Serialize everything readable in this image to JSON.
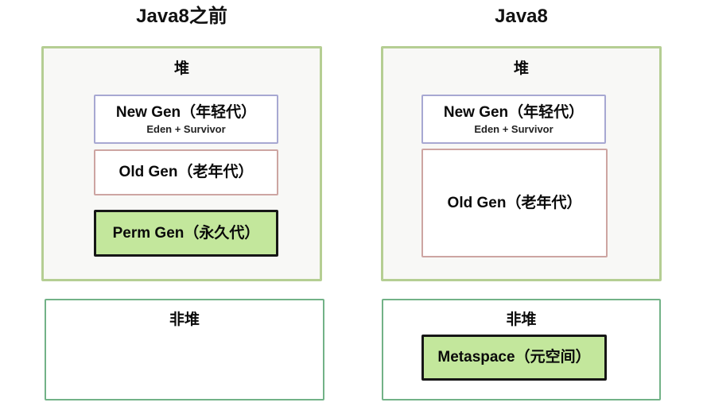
{
  "left": {
    "title": "Java8之前",
    "heap": {
      "label": "堆",
      "new_gen": {
        "title": "New Gen（年轻代）",
        "subtitle": "Eden + Survivor"
      },
      "old_gen": {
        "title": "Old Gen（老年代）"
      },
      "perm_gen": {
        "title": "Perm Gen（永久代）"
      }
    },
    "non_heap": {
      "label": "非堆"
    }
  },
  "right": {
    "title": "Java8",
    "heap": {
      "label": "堆",
      "new_gen": {
        "title": "New Gen（年轻代）",
        "subtitle": "Eden + Survivor"
      },
      "old_gen": {
        "title": "Old Gen（老年代）"
      }
    },
    "non_heap": {
      "label": "非堆",
      "metaspace": {
        "title": "Metaspace（元空间）"
      }
    }
  },
  "colors": {
    "heap_border": "#b5ce93",
    "heap_fill": "#f8f8f6",
    "non_heap_border": "#72b287",
    "non_heap_fill": "#ffffff",
    "new_gen_border": "#a7a8d2",
    "old_gen_border": "#cda5a2",
    "highlight_fill": "#c3e79c",
    "highlight_border": "#161616"
  }
}
